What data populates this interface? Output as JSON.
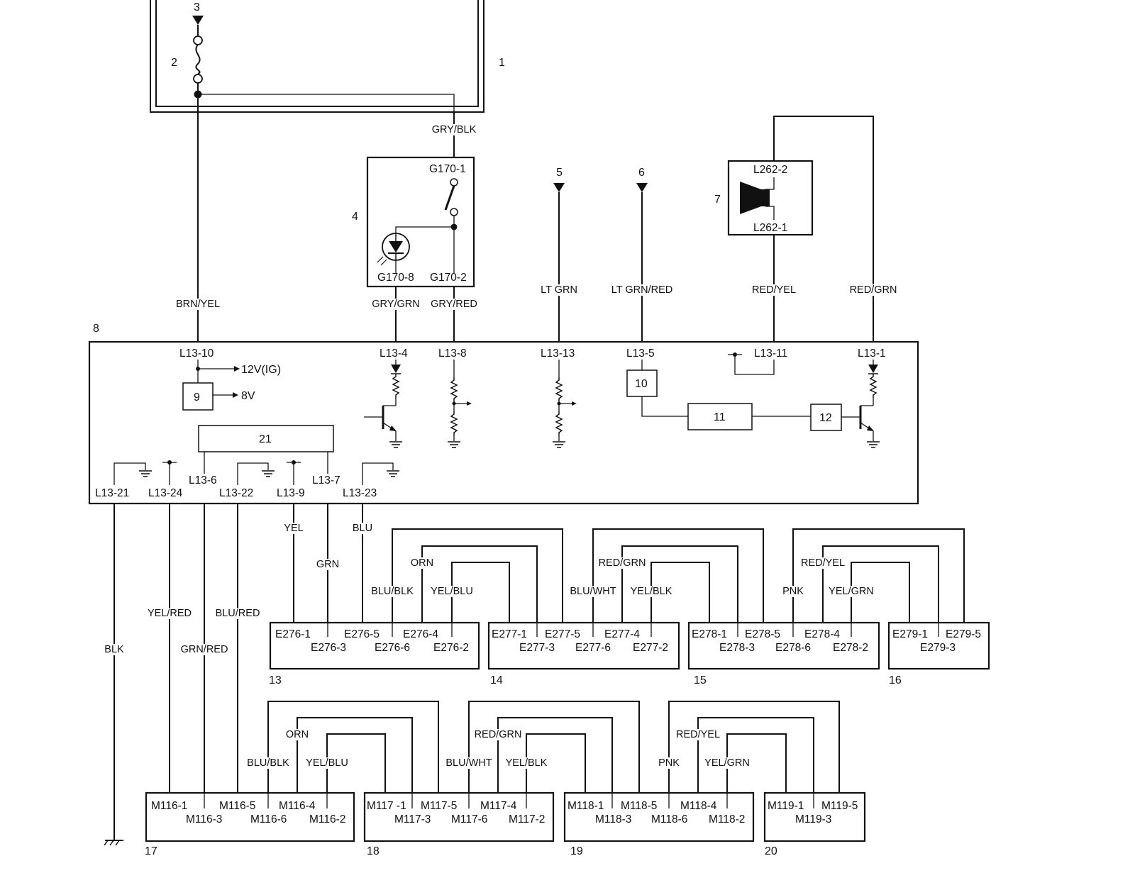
{
  "callouts": [
    "1",
    "2",
    "3",
    "4",
    "5",
    "6",
    "7",
    "8",
    "9",
    "10",
    "11",
    "12",
    "13",
    "14",
    "15",
    "16",
    "17",
    "18",
    "19",
    "20",
    "21"
  ],
  "voltages": {
    "ig": "12V(IG)",
    "reg": "8V"
  },
  "pins": {
    "G170_1": "G170-1",
    "G170_8": "G170-8",
    "G170_2": "G170-2",
    "L262_2": "L262-2",
    "L262_1": "L262-1",
    "L13_10": "L13-10",
    "L13_4": "L13-4",
    "L13_8": "L13-8",
    "L13_13": "L13-13",
    "L13_5": "L13-5",
    "L13_11": "L13-11",
    "L13_1": "L13-1",
    "L13_21": "L13-21",
    "L13_24": "L13-24",
    "L13_6": "L13-6",
    "L13_22": "L13-22",
    "L13_9": "L13-9",
    "L13_7": "L13-7",
    "L13_23": "L13-23"
  },
  "wires": {
    "brn_yel": "BRN/YEL",
    "gry_blk": "GRY/BLK",
    "gry_grn": "GRY/GRN",
    "gry_red": "GRY/RED",
    "lt_grn": "LT GRN",
    "lt_grn_red": "LT GRN/RED",
    "red_yel": "RED/YEL",
    "red_grn": "RED/GRN",
    "yel": "YEL",
    "grn": "GRN",
    "blu": "BLU",
    "blk": "BLK",
    "yel_red": "YEL/RED",
    "grn_red": "GRN/RED",
    "blu_red": "BLU/RED",
    "blu_blk": "BLU/BLK",
    "orn": "ORN",
    "yel_blu": "YEL/BLU",
    "blu_wht": "BLU/WHT",
    "yel_blk": "YEL/BLK",
    "pnk": "PNK",
    "yel_grn": "YEL/GRN"
  },
  "connectors": {
    "e276": [
      "E276-1",
      "E276-3",
      "E276-5",
      "E276-6",
      "E276-4",
      "E276-2"
    ],
    "e277": [
      "E277-1",
      "E277-3",
      "E277-5",
      "E277-6",
      "E277-4",
      "E277-2"
    ],
    "e278": [
      "E278-1",
      "E278-3",
      "E278-5",
      "E278-6",
      "E278-4",
      "E278-2"
    ],
    "e279": [
      "E279-1",
      "E279-3",
      "E279-5"
    ],
    "m116": [
      "M116-1",
      "M116-3",
      "M116-5",
      "M116-6",
      "M116-4",
      "M116-2"
    ],
    "m117": [
      "M117 -1",
      "M117-3",
      "M117-5",
      "M117-6",
      "M117-4",
      "M117-2"
    ],
    "m118": [
      "M118-1",
      "M118-3",
      "M118-5",
      "M118-6",
      "M118-4",
      "M118-2"
    ],
    "m119": [
      "M119-1",
      "M119-3",
      "M119-5"
    ]
  }
}
